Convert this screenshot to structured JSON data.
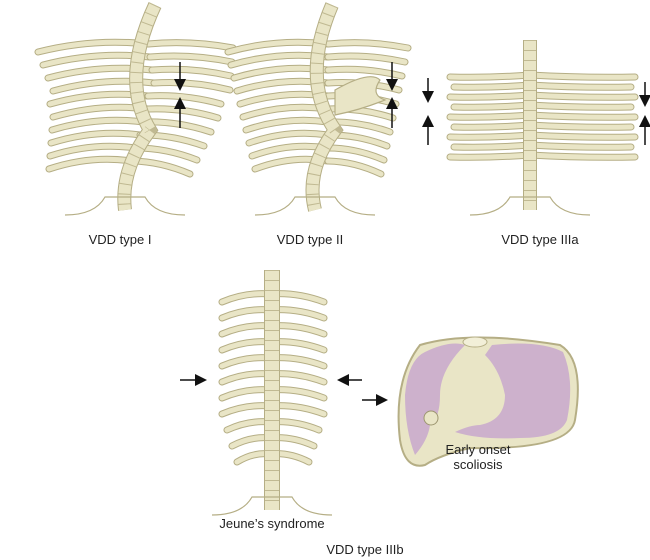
{
  "figures": {
    "type1": {
      "label": "VDD type I"
    },
    "type2": {
      "label": "VDD type II"
    },
    "type3a": {
      "label": "VDD type IIIa"
    },
    "type3b": {
      "label": "VDD type IIIb",
      "jeune_label": "Jeune’s syndrome",
      "scoliosis_label_line1": "Early onset",
      "scoliosis_label_line2": "scoliosis"
    }
  },
  "colors": {
    "bone": "#e9e5c6",
    "bone_outline": "#b5ae85",
    "lung": "#cdb1cc",
    "arrow": "#111111"
  }
}
